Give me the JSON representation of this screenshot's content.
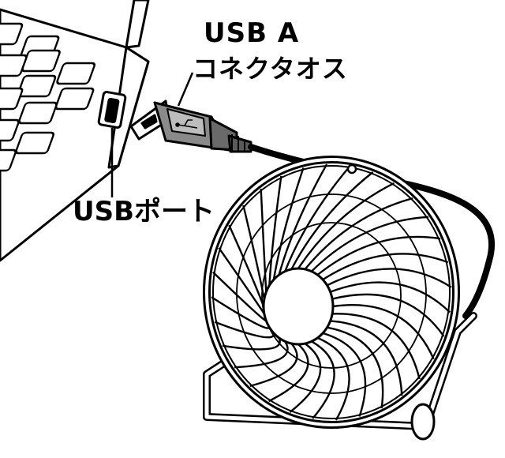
{
  "labels": {
    "connector_line1": "USB A",
    "connector_line2": "コネクタオス",
    "port": "USBポート"
  },
  "colors": {
    "ink": "#000000",
    "plug_body": "#8a8a8a",
    "plug_dark": "#5a5a5a",
    "background": "#ffffff"
  }
}
